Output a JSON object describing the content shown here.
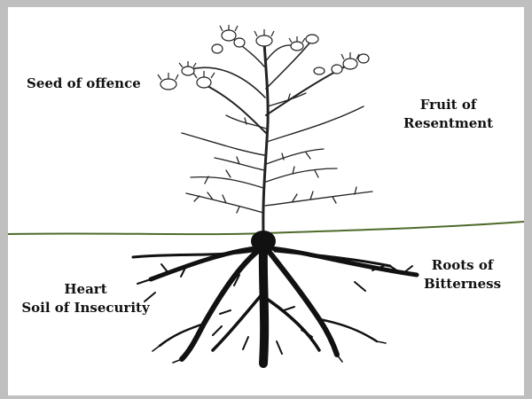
{
  "labels": {
    "seed": "Seed of offence",
    "fruit": [
      "Fruit of",
      "Resentment"
    ],
    "roots": [
      "Roots of",
      "Bitterness"
    ],
    "heart": [
      "Heart",
      "Soil of Insecurity"
    ]
  },
  "colors": {
    "frame": "#bfbfbf",
    "ground_line": "#4f6b2a",
    "ink": "#111111"
  },
  "icons": [
    "thistle-plant-illustration",
    "root-system-illustration"
  ]
}
